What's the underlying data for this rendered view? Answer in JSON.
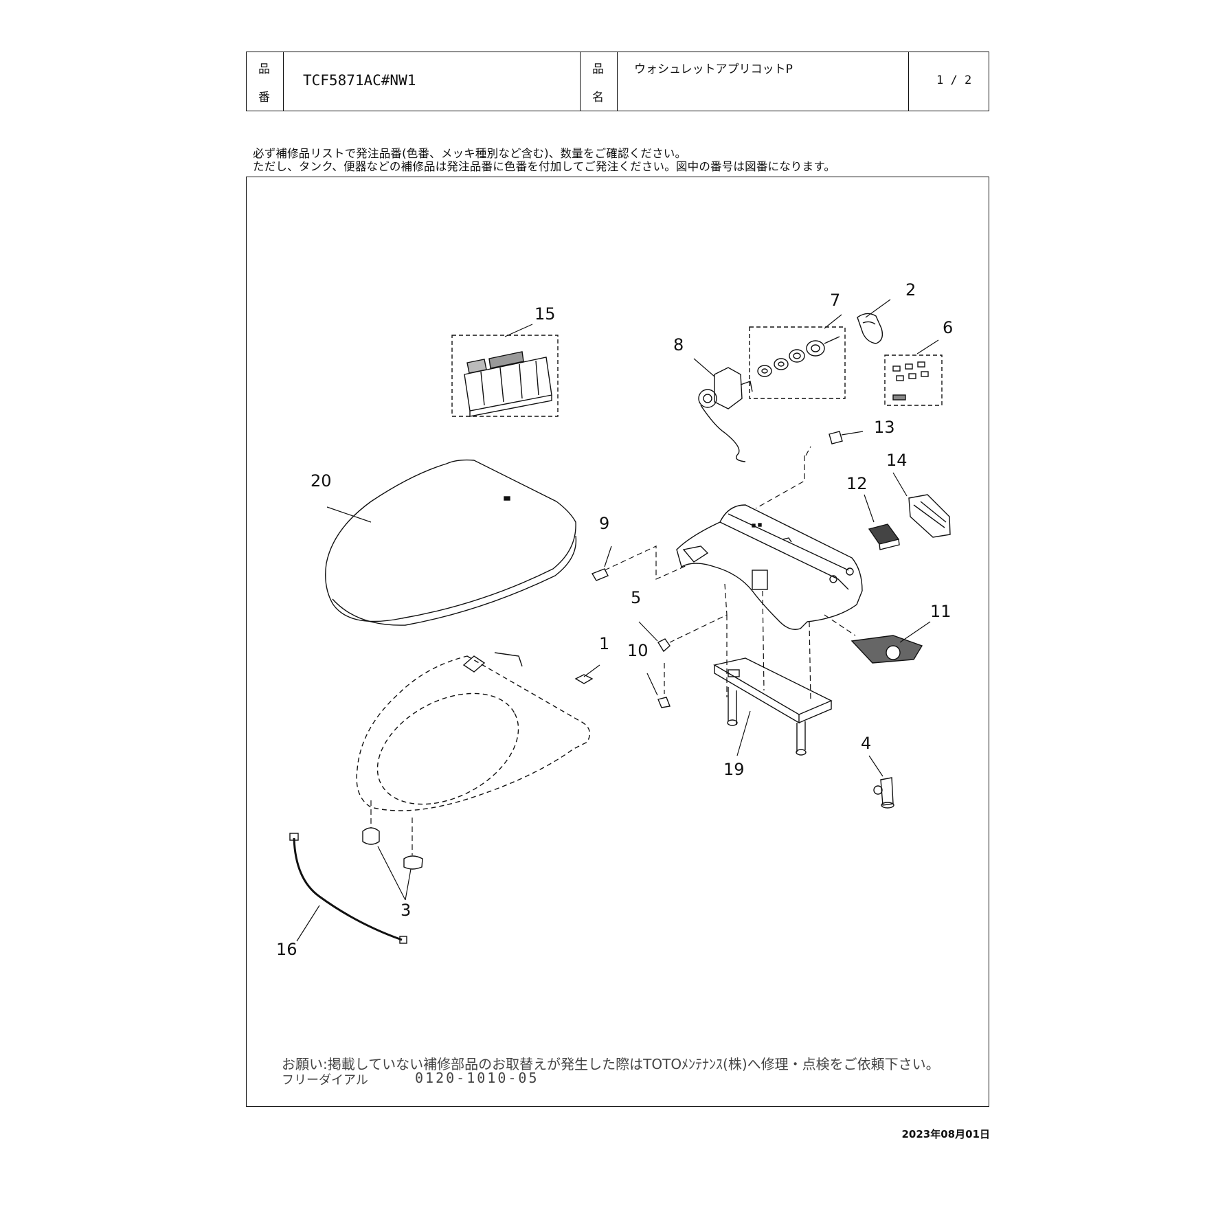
{
  "header": {
    "part_no_label_top": "品",
    "part_no_label_bottom": "番",
    "part_no": "TCF5871AC#NW1",
    "name_label_top": "品",
    "name_label_bottom": "名",
    "product_name": "ウォシュレットアプリコットP",
    "page": "1 / 2"
  },
  "notes": {
    "line1": "必ず補修品リストで発注品番(色番、メッキ種別など含む)、数量をご確認ください。",
    "line2": "ただし、タンク、便器などの補修品は発注品番に色番を付加してご発注ください。図中の番号は図番になります。"
  },
  "diagram": {
    "callouts": [
      "1",
      "2",
      "3",
      "4",
      "5",
      "6",
      "7",
      "8",
      "9",
      "10",
      "11",
      "12",
      "13",
      "14",
      "15",
      "16",
      "19",
      "20"
    ]
  },
  "contact": {
    "request": "お願い:掲載していない補修部品のお取替えが発生した際はTOTOﾒﾝﾃﾅﾝｽ(株)へ修理・点検をご依頼下さい。",
    "freedial_label": "フリーダイアル",
    "freedial_number": "0120-1010-05"
  },
  "date": "2023年08月01日"
}
